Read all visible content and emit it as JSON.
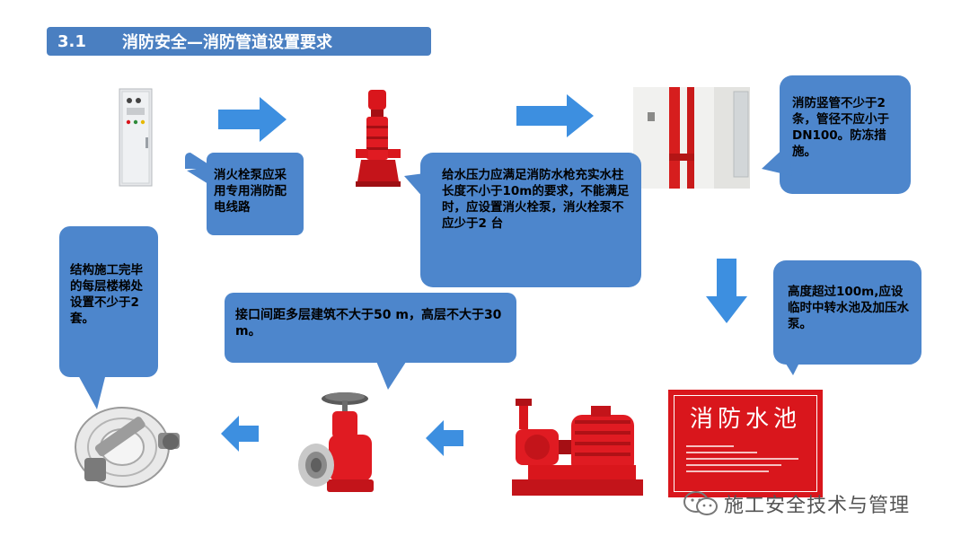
{
  "header": {
    "section_number": "3.1",
    "title": "消防安全—消防管道设置要求"
  },
  "callouts": {
    "pump_wiring": "消火栓泵应采用专用消防配电线路",
    "water_pressure": "给水压力应满足消防水枪充实水柱长度不小于10m的要求，不能满足时，应设置消火栓泵，消火栓泵不应少于2 台",
    "riser": "消防竖管不少于2条，管径不应小于DN100。防冻措施。",
    "height": "高度超过100m,应设临时中转水池及加压水泵。",
    "interface": "接口间距多层建筑不大于50 m，高层不大于30m。",
    "hose": "结构施工完毕的每层楼梯处设置不少于2套。"
  },
  "sign": {
    "title": "消防水池"
  },
  "watermark": {
    "text": "施工安全技术与管理"
  },
  "colors": {
    "bubble": "#4d86cc",
    "arrow": "#3d8fe0",
    "title_bar": "#4a7fc1",
    "equipment_red": "#d9161c"
  }
}
